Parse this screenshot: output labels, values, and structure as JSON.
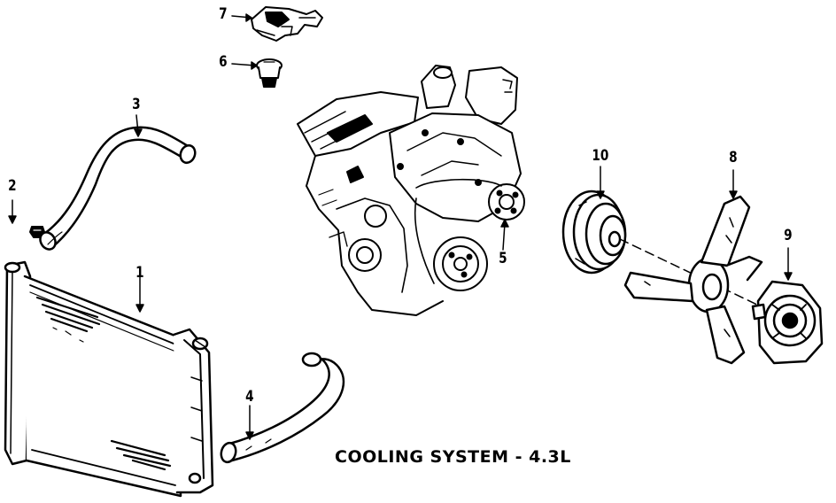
{
  "caption": "COOLING SYSTEM - 4.3L",
  "callouts": {
    "c1": "1",
    "c2": "2",
    "c3": "3",
    "c4": "4",
    "c5": "5",
    "c6": "6",
    "c7": "7",
    "c8": "8",
    "c9": "9",
    "c10": "10"
  },
  "parts": [
    "radiator",
    "radiator-cap",
    "upper-radiator-hose",
    "lower-radiator-hose",
    "water-pump",
    "thermostat",
    "thermostat-housing",
    "fan-blade",
    "fan-clutch",
    "pulley"
  ],
  "colors": {
    "ink": "#000000",
    "paper": "#ffffff"
  }
}
